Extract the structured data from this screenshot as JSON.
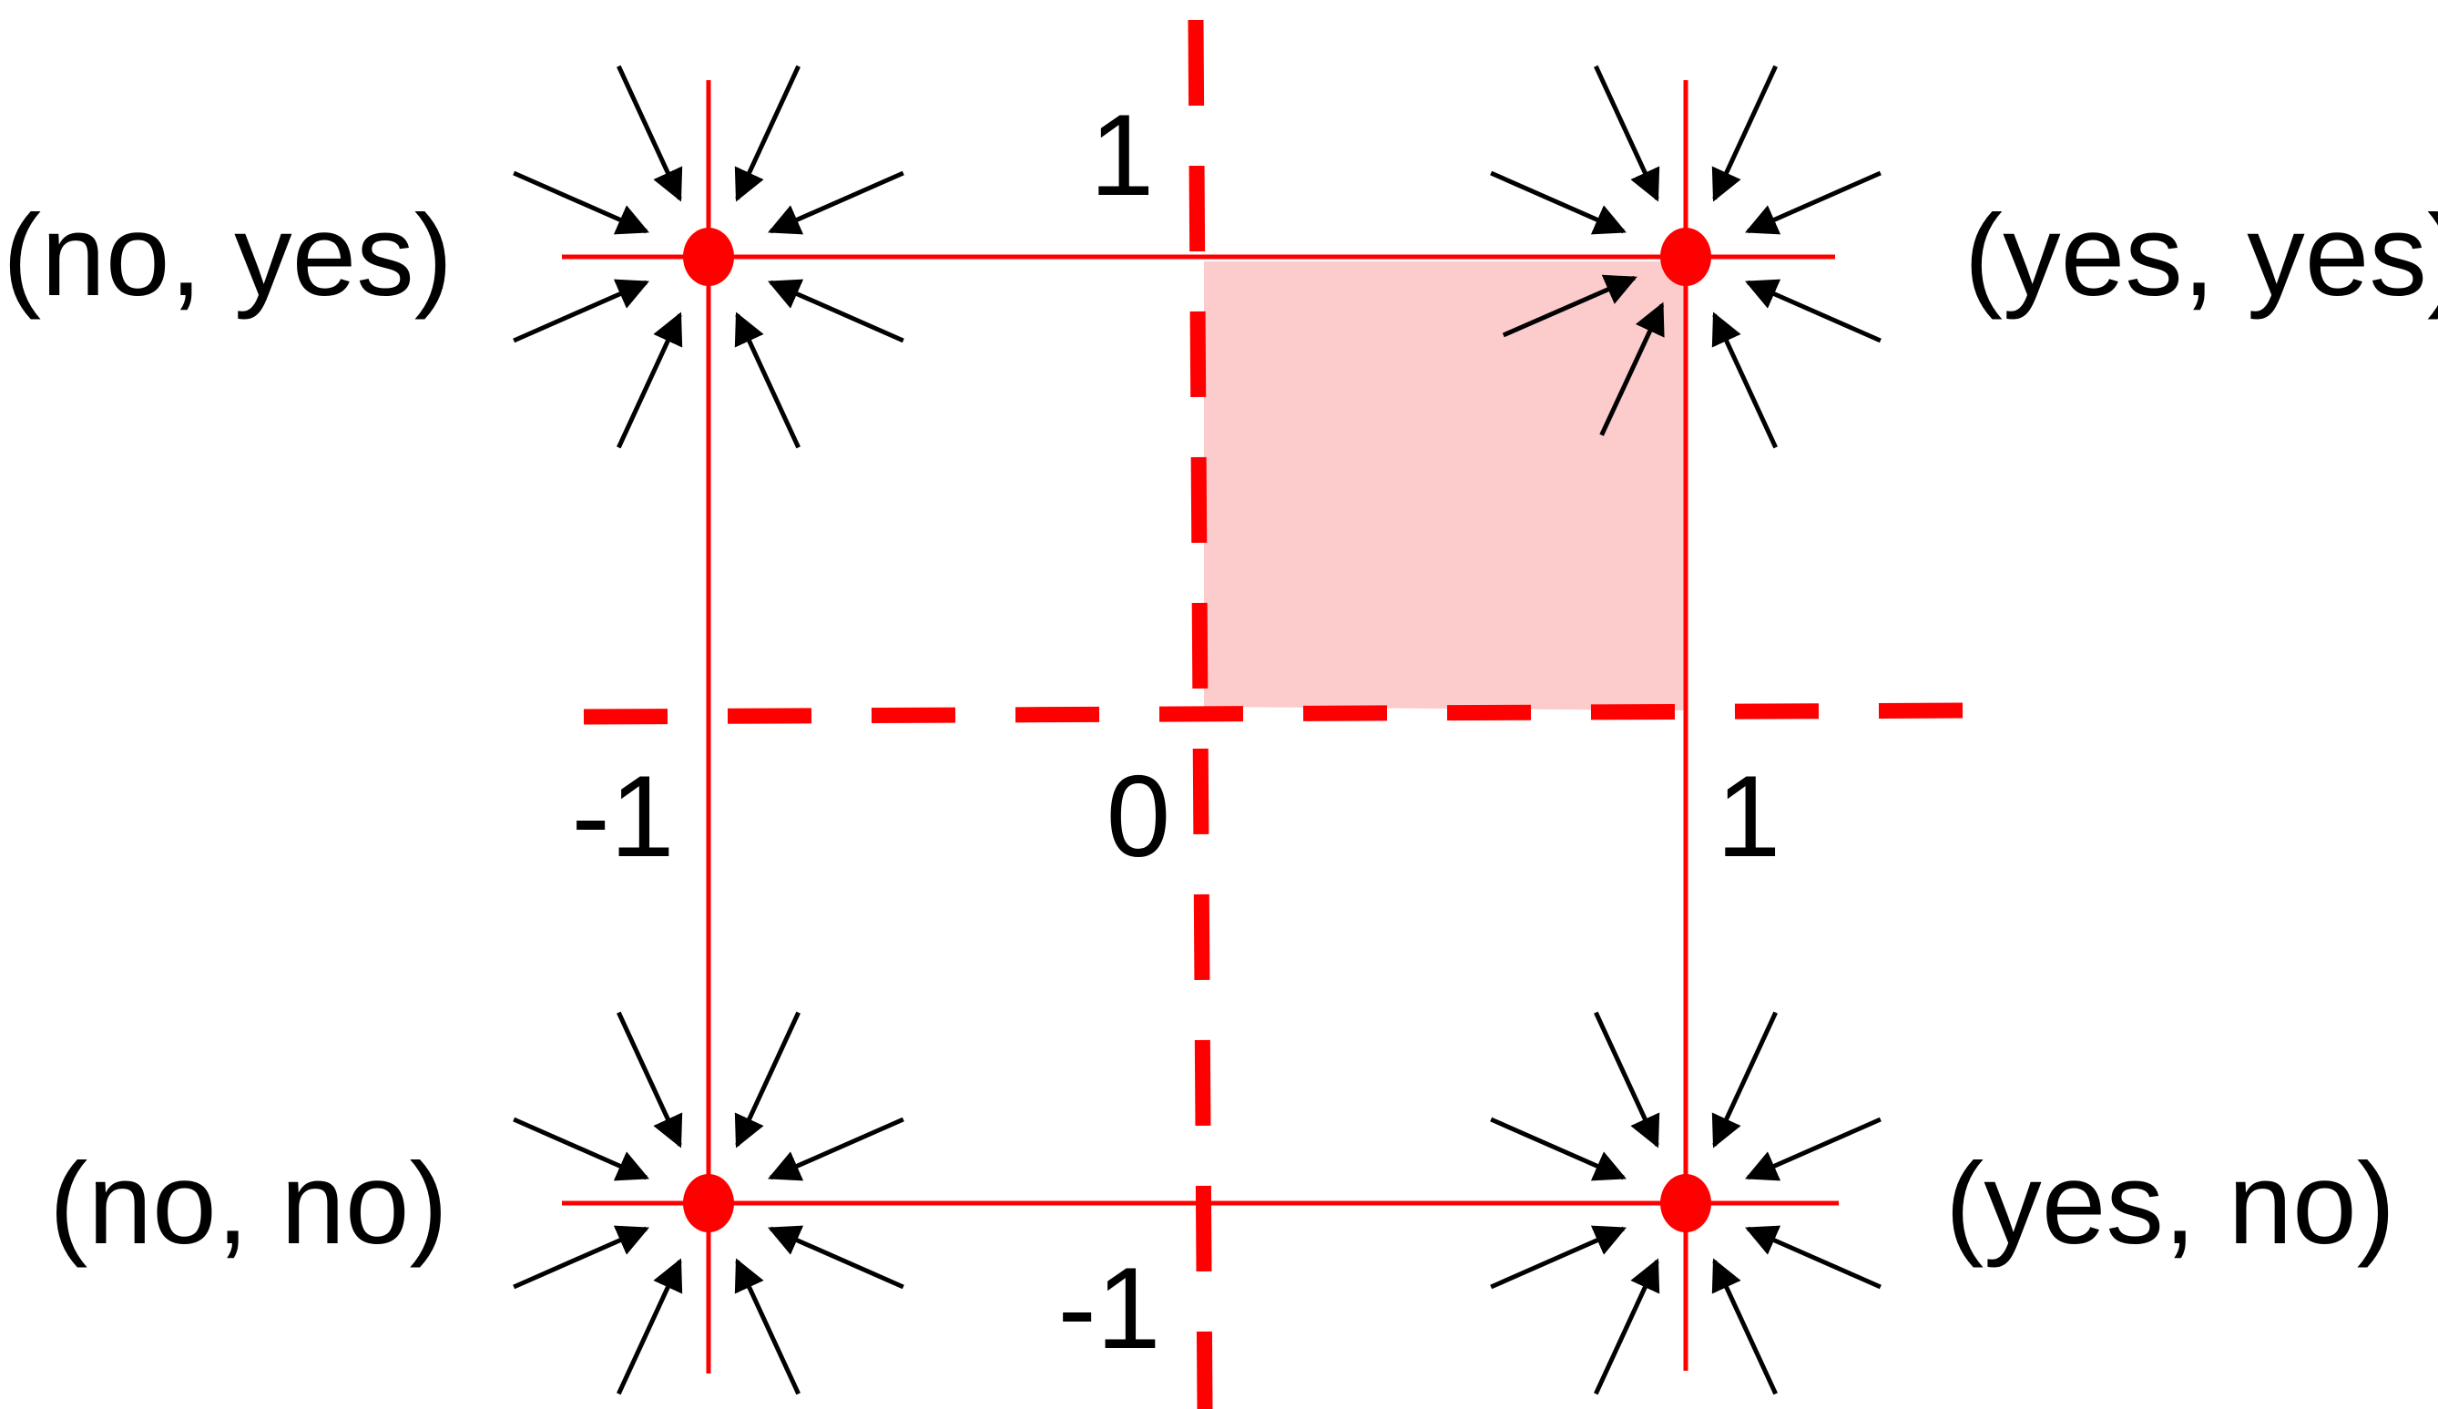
{
  "colors": {
    "line": "#ff0000",
    "shaded_region": "#fccccc",
    "arrow": "#000000",
    "text": "#000000"
  },
  "corners": {
    "top_left": "(no, yes)",
    "top_right": "(yes, yes)",
    "bottom_left": "(no, no)",
    "bottom_right": "(yes, no)"
  },
  "ticks": {
    "y_top": "1",
    "x_left": "-1",
    "origin": "0",
    "x_right": "1",
    "y_bottom": "-1"
  }
}
